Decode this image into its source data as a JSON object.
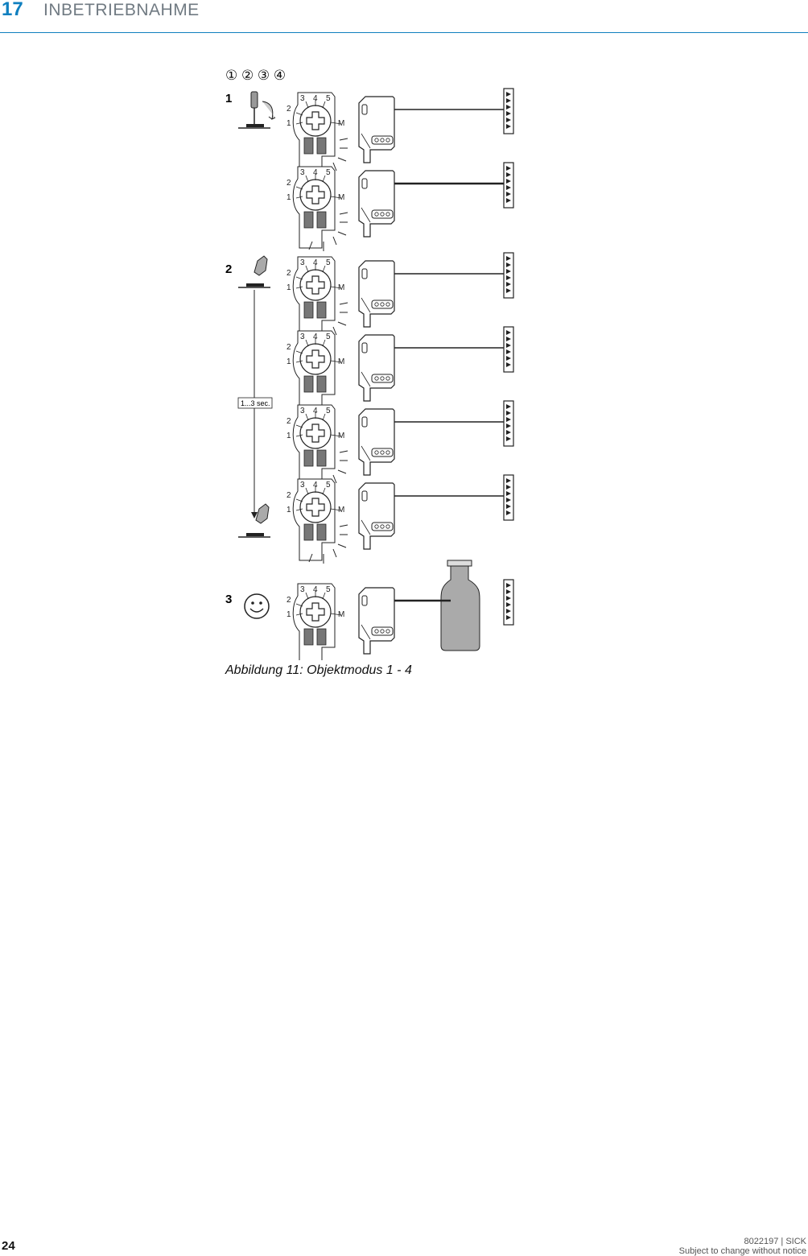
{
  "header": {
    "chapter_number": "17",
    "chapter_title": "INBETRIEBNAHME"
  },
  "figure": {
    "legend_symbols": "① ② ③ ④",
    "steps": [
      "1",
      "2",
      "3"
    ],
    "timer_label": "1...3 sec.",
    "dial_labels": [
      "1",
      "2",
      "3",
      "4",
      "5",
      "M"
    ]
  },
  "caption": "Abbildung 11: Objektmodus 1 - 4",
  "footer": {
    "page_number": "24",
    "doc_id": "8022197 | SICK",
    "notice": "Subject to change without notice"
  },
  "colors": {
    "accent": "#0f7fbf",
    "title_gray": "#707a82",
    "bottle": "#aaaaaa"
  }
}
